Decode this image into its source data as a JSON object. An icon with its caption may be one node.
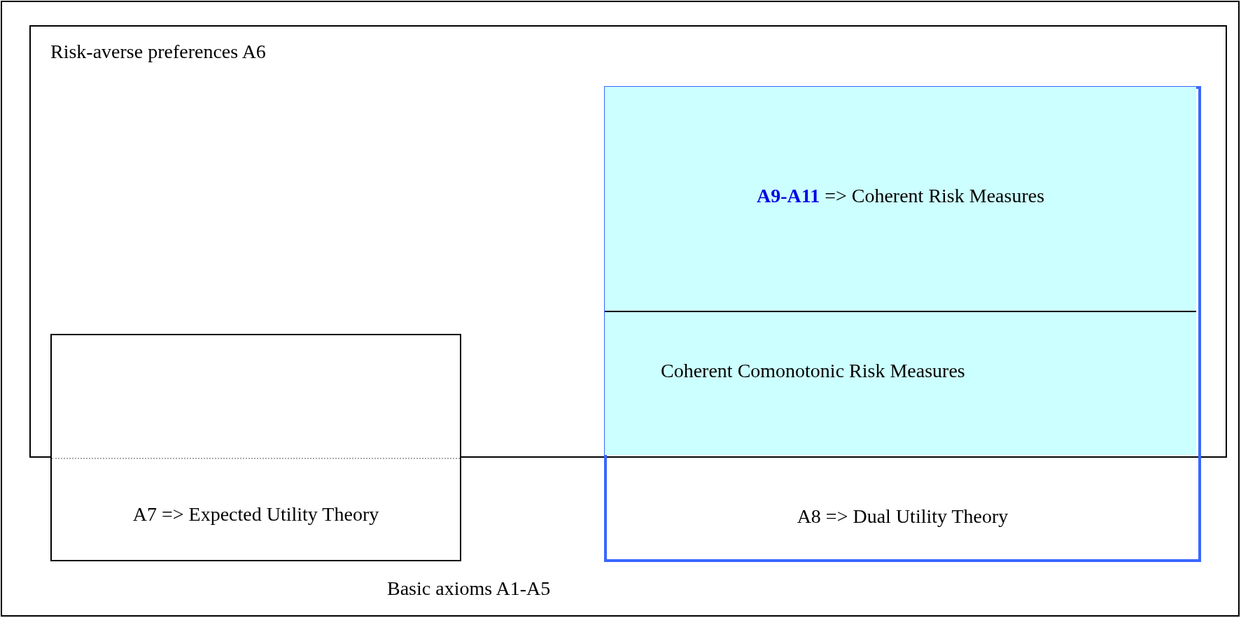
{
  "diagram": {
    "nodes": [
      {
        "text": [
          "Basic axioms A1-A5"
        ]
      },
      {
        "text": [
          "Risk-averse preferences A6"
        ],
        "in": 0
      },
      {
        "text": [
          "A7 => Expected Utility Theory"
        ],
        "in": 0
      },
      {
        "text": [
          "A8 => Dual Utility Theory"
        ],
        "in": 0
      },
      {
        "text": [
          "**A9-A11** => Coherent Risk Measures"
        ]
      },
      {
        "text": [
          "Coherent Comonotonic Risk Measures"
        ]
      }
    ]
  }
}
